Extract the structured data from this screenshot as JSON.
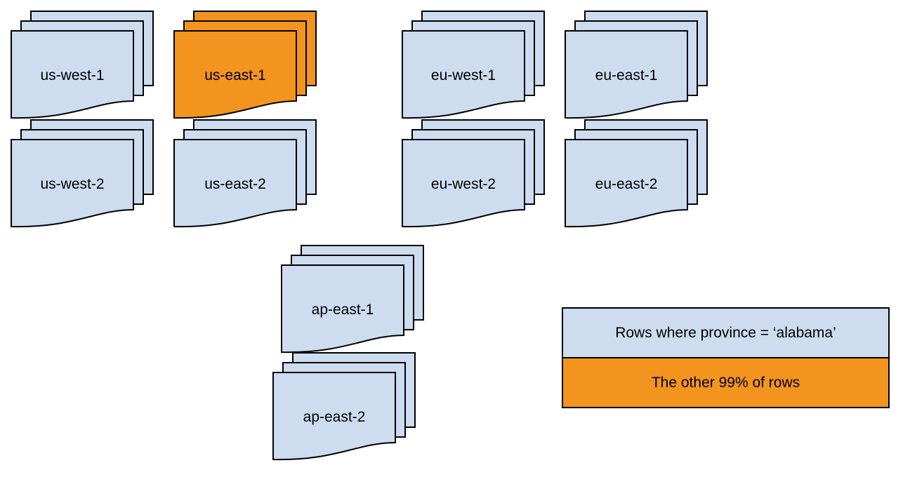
{
  "regions": [
    {
      "id": "us-west-1",
      "label": "us-west-1",
      "variant": "blue"
    },
    {
      "id": "us-east-1",
      "label": "us-east-1",
      "variant": "orange"
    },
    {
      "id": "eu-west-1",
      "label": "eu-west-1",
      "variant": "blue"
    },
    {
      "id": "eu-east-1",
      "label": "eu-east-1",
      "variant": "blue"
    },
    {
      "id": "us-west-2",
      "label": "us-west-2",
      "variant": "blue"
    },
    {
      "id": "us-east-2",
      "label": "us-east-2",
      "variant": "blue"
    },
    {
      "id": "eu-west-2",
      "label": "eu-west-2",
      "variant": "blue"
    },
    {
      "id": "eu-east-2",
      "label": "eu-east-2",
      "variant": "blue"
    },
    {
      "id": "ap-east-1",
      "label": "ap-east-1",
      "variant": "blue"
    },
    {
      "id": "ap-east-2",
      "label": "ap-east-2",
      "variant": "blue"
    }
  ],
  "legend": {
    "items": [
      {
        "label": "Rows where province = ‘alabama’",
        "swatch": "blue"
      },
      {
        "label": "The other 99% of rows",
        "swatch": "orange"
      }
    ]
  },
  "colors": {
    "doc_blue": "#cddcef",
    "doc_orange": "#f2941d",
    "outline": "#000000",
    "background": "#ffffff"
  }
}
